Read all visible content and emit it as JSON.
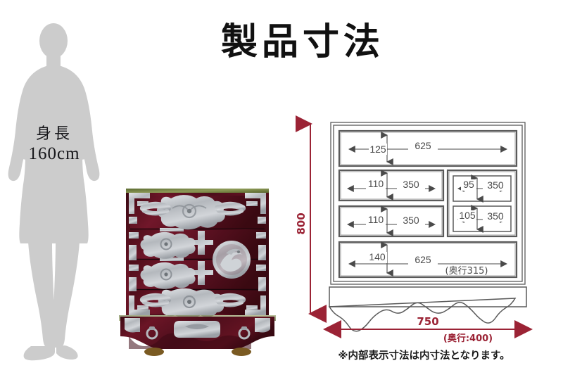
{
  "title": "製品寸法",
  "human": {
    "label_line1": "身長",
    "label_line2": "160cm",
    "silhouette_color": "#cccccc"
  },
  "product_photo": {
    "alt_name": "螺鈿装飾チェスト",
    "body_color": "#5a1020",
    "metal_color": "#b9bcc0"
  },
  "drawing": {
    "accent_color": "#9b2335",
    "line_color": "#5a5a5a",
    "overall_height": "800",
    "overall_width": "750",
    "overall_depth": "(奥行:400)",
    "compartments": [
      {
        "name": "top-drawer",
        "height": "125",
        "width": "625",
        "depth": ""
      },
      {
        "name": "second-left-drawer",
        "height": "110",
        "width": "350",
        "depth": ""
      },
      {
        "name": "third-left-drawer",
        "height": "110",
        "width": "350",
        "depth": ""
      },
      {
        "name": "second-right-drawer",
        "height": "95",
        "width": "350",
        "depth": ""
      },
      {
        "name": "third-right-drawer",
        "height": "105",
        "width": "350",
        "depth": ""
      },
      {
        "name": "bottom-drawer",
        "height": "140",
        "width": "625",
        "depth": "(奥行315)"
      }
    ]
  },
  "footnote": "※内部表示寸法は内寸法となります。"
}
